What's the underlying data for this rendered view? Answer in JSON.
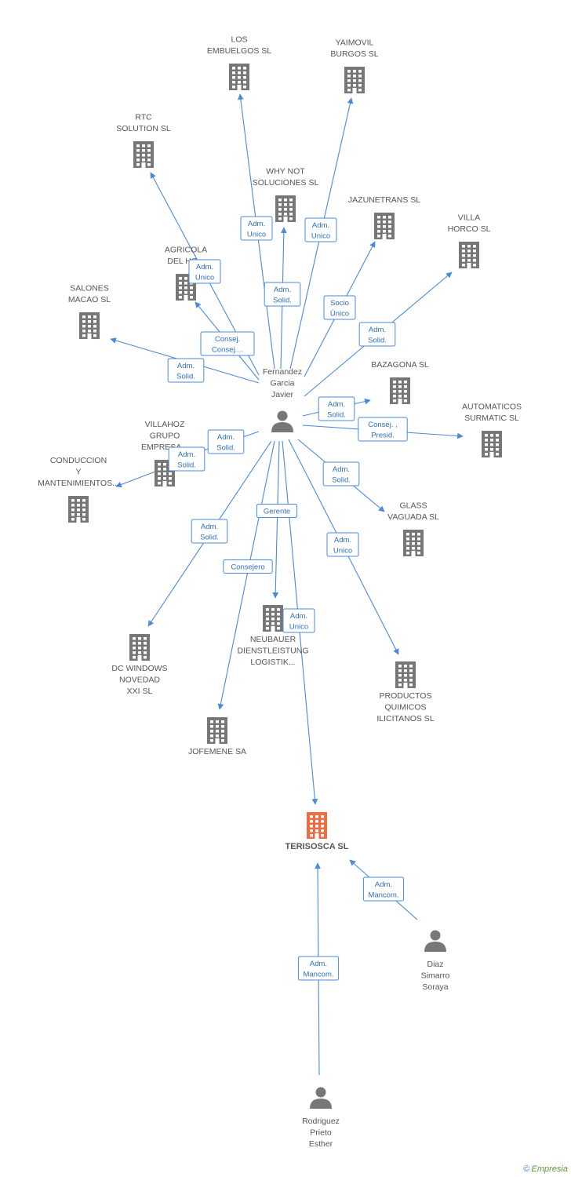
{
  "colors": {
    "edge": "#4a8ad6",
    "icon": "#777777",
    "focus": "#f26a3d",
    "label": "#555555"
  },
  "footer": {
    "copyright_symbol": "©",
    "brand": "Empresia"
  },
  "nodes": [
    {
      "id": "center",
      "kind": "person",
      "lines": [
        "Fernandez",
        "Garcia",
        "Javier"
      ],
      "focus": false
    },
    {
      "id": "los-embuelgos",
      "kind": "company",
      "lines": [
        "LOS",
        "EMBUELGOS SL"
      ],
      "focus": false
    },
    {
      "id": "yaimovil",
      "kind": "company",
      "lines": [
        "YAIMOVIL",
        "BURGOS SL"
      ],
      "focus": false
    },
    {
      "id": "rtc",
      "kind": "company",
      "lines": [
        "RTC",
        "SOLUTION  SL"
      ],
      "focus": false
    },
    {
      "id": "why-not",
      "kind": "company",
      "lines": [
        "WHY NOT",
        "SOLUCIONES SL"
      ],
      "focus": false
    },
    {
      "id": "jazunetrans",
      "kind": "company",
      "lines": [
        "JAZUNETRANS SL"
      ],
      "focus": false
    },
    {
      "id": "villa-horco",
      "kind": "company",
      "lines": [
        "VILLA",
        "HORCO SL"
      ],
      "focus": false
    },
    {
      "id": "agricola",
      "kind": "company",
      "lines": [
        "AGRICOLA",
        "DEL HO..."
      ],
      "focus": false
    },
    {
      "id": "salones",
      "kind": "company",
      "lines": [
        "SALONES",
        "MACAO  SL"
      ],
      "focus": false
    },
    {
      "id": "bazagona",
      "kind": "company",
      "lines": [
        "BAZAGONA SL"
      ],
      "focus": false
    },
    {
      "id": "automaticos",
      "kind": "company",
      "lines": [
        "AUTOMATICOS",
        "SURMATIC  SL"
      ],
      "focus": false
    },
    {
      "id": "villahoz",
      "kind": "company",
      "lines": [
        "VILLAHOZ",
        "GRUPO",
        "EMPRESA..."
      ],
      "focus": false
    },
    {
      "id": "conduccion",
      "kind": "company",
      "lines": [
        "CONDUCCION",
        "Y",
        "MANTENIMIENTOS..."
      ],
      "focus": false
    },
    {
      "id": "glass",
      "kind": "company",
      "lines": [
        "GLASS",
        "VAGUADA  SL"
      ],
      "focus": false
    },
    {
      "id": "dc-windows",
      "kind": "company",
      "lines": [
        "DC WINDOWS",
        "NOVEDAD",
        "XXI SL"
      ],
      "focus": false
    },
    {
      "id": "neubauer",
      "kind": "company",
      "lines": [
        "NEUBAUER",
        "DIENSTLEISTUNG",
        "LOGISTIK..."
      ],
      "focus": false
    },
    {
      "id": "productos",
      "kind": "company",
      "lines": [
        "PRODUCTOS",
        "QUIMICOS",
        "ILICITANOS SL"
      ],
      "focus": false
    },
    {
      "id": "jofemene",
      "kind": "company",
      "lines": [
        "JOFEMENE SA"
      ],
      "focus": false
    },
    {
      "id": "terisosca",
      "kind": "company",
      "lines": [
        "TERISOSCA SL"
      ],
      "focus": true
    },
    {
      "id": "diaz",
      "kind": "person",
      "lines": [
        "Diaz",
        "Simarro",
        "Soraya"
      ],
      "focus": false
    },
    {
      "id": "rodriguez",
      "kind": "person",
      "lines": [
        "Rodriguez",
        "Prieto",
        "Esther"
      ],
      "focus": false
    }
  ],
  "edges": [
    {
      "from": "center",
      "to": "los-embuelgos",
      "label": [
        "Adm.",
        "Unico"
      ]
    },
    {
      "from": "center",
      "to": "yaimovil",
      "label": [
        "Adm.",
        "Unico"
      ]
    },
    {
      "from": "center",
      "to": "rtc",
      "label": [
        "Adm.",
        "Unico"
      ]
    },
    {
      "from": "center",
      "to": "why-not",
      "label": [
        "Adm.",
        "Solid."
      ]
    },
    {
      "from": "center",
      "to": "jazunetrans",
      "label": [
        "Socio",
        "Único"
      ]
    },
    {
      "from": "center",
      "to": "villa-horco",
      "label": [
        "Adm.",
        "Solid."
      ]
    },
    {
      "from": "center",
      "to": "agricola",
      "label": [
        "Consej.",
        "Consej...."
      ]
    },
    {
      "from": "center",
      "to": "salones",
      "label": [
        "Adm.",
        "Solid."
      ]
    },
    {
      "from": "center",
      "to": "bazagona",
      "label": [
        "Adm.",
        "Solid."
      ]
    },
    {
      "from": "center",
      "to": "automaticos",
      "label": [
        "Consej. ,",
        "Presid."
      ]
    },
    {
      "from": "center",
      "to": "villahoz",
      "label": [
        "Adm.",
        "Solid."
      ]
    },
    {
      "from": "villahoz",
      "to": "conduccion",
      "label": [
        "Adm.",
        "Solid."
      ]
    },
    {
      "from": "center",
      "to": "glass",
      "label": [
        "Adm.",
        "Solid."
      ]
    },
    {
      "from": "center",
      "to": "dc-windows",
      "label": [
        "Adm.",
        "Solid."
      ]
    },
    {
      "from": "center",
      "to": "neubauer",
      "label": [
        "Gerente"
      ]
    },
    {
      "from": "center",
      "to": "productos",
      "label": [
        "Adm.",
        "Unico"
      ]
    },
    {
      "from": "center",
      "to": "jofemene",
      "label": [
        "Consejero"
      ]
    },
    {
      "from": "center",
      "to": "terisosca",
      "label": [
        "Adm.",
        "Unico"
      ]
    },
    {
      "from": "diaz",
      "to": "terisosca",
      "label": [
        "Adm.",
        "Mancom."
      ]
    },
    {
      "from": "rodriguez",
      "to": "terisosca",
      "label": [
        "Adm.",
        "Mancom."
      ]
    }
  ]
}
